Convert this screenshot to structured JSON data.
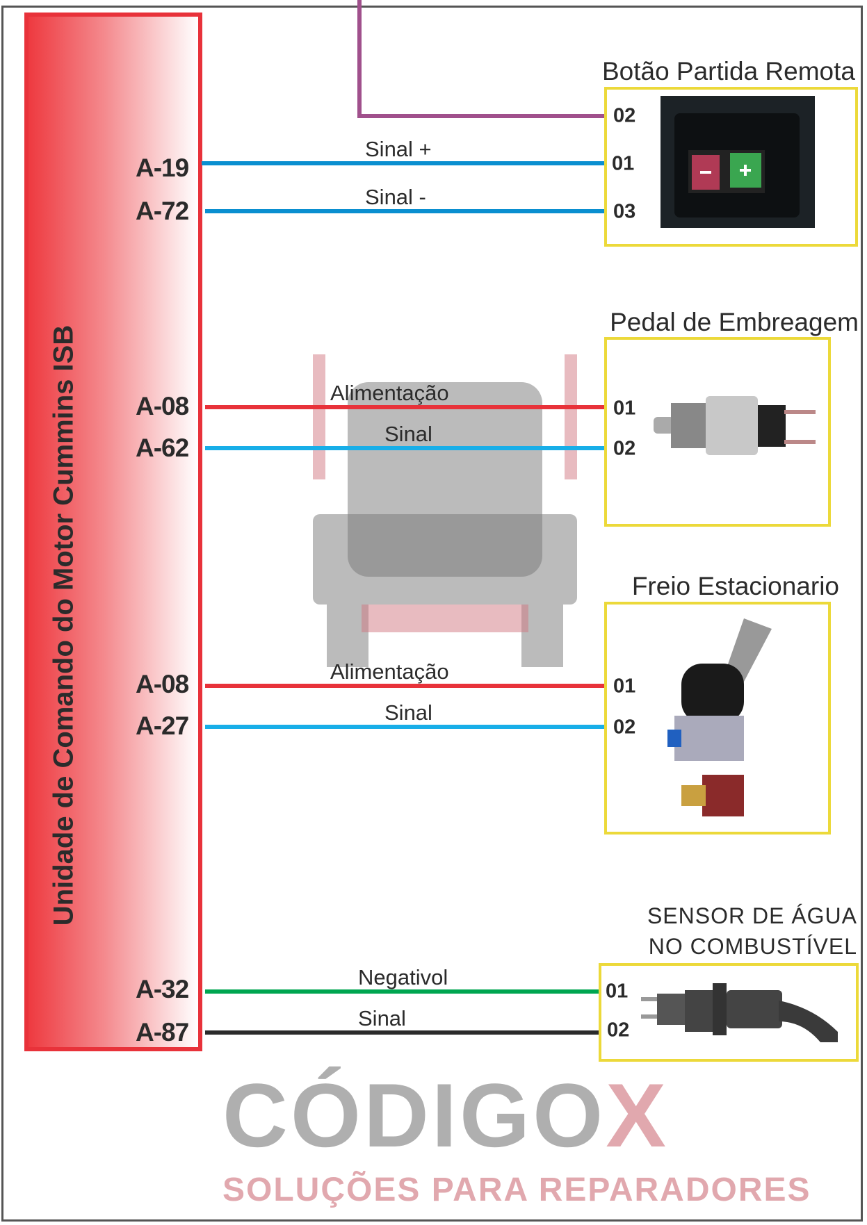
{
  "ecu": {
    "label": "Unidade de Comando do Motor Cummins ISB"
  },
  "colors": {
    "blue": "#0a8fd0",
    "red": "#e8323a",
    "green": "#00a650",
    "black": "#2b2b2b",
    "purple": "#a0508c",
    "yellow": "#ecd93a"
  },
  "components": [
    {
      "title": "Botão Partida Remota",
      "pins": [
        "02",
        "01",
        "03"
      ],
      "image_icon": "remote-start-button"
    },
    {
      "title": "Pedal de Embreagem",
      "pins": [
        "01",
        "02"
      ],
      "image_icon": "clutch-pedal-switch"
    },
    {
      "title": "Freio Estacionario",
      "pins": [
        "01",
        "02"
      ],
      "image_icon": "parking-brake-valve"
    },
    {
      "title_line1": "SENSOR DE ÁGUA",
      "title_line2": "NO COMBUSTÍVEL",
      "pins": [
        "01",
        "02"
      ],
      "image_icon": "water-in-fuel-sensor"
    }
  ],
  "wires": [
    {
      "ecu_pin": "A-19",
      "label": "Sinal +",
      "color": "blue"
    },
    {
      "ecu_pin": "A-72",
      "label": "Sinal -",
      "color": "blue"
    },
    {
      "ecu_pin": "A-08",
      "label": "Alimentação",
      "color": "red"
    },
    {
      "ecu_pin": "A-62",
      "label": "Sinal",
      "color": "blue"
    },
    {
      "ecu_pin": "A-08",
      "label": "Alimentação",
      "color": "red"
    },
    {
      "ecu_pin": "A-27",
      "label": "Sinal",
      "color": "blue"
    },
    {
      "ecu_pin": "A-32",
      "label": "Negativol",
      "color": "green"
    },
    {
      "ecu_pin": "A-87",
      "label": "Sinal",
      "color": "black"
    }
  ],
  "watermark": {
    "brand": "CÓDIGO",
    "brand_x": "X",
    "tagline": "SOLUÇÕES PARA REPARADORES"
  }
}
